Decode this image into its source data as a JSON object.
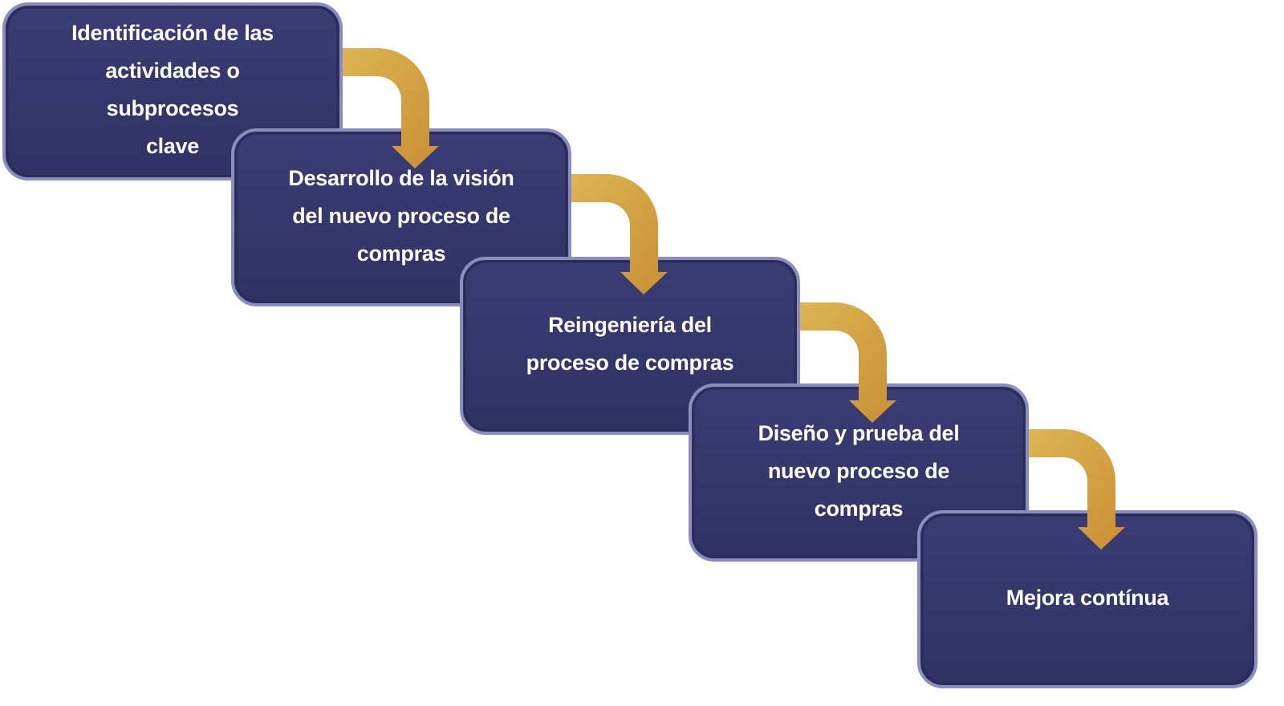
{
  "colors": {
    "box_fill": "#33366a",
    "box_edge": "#8a8dc0",
    "arrow_light": "#dcb552",
    "arrow_dark": "#c98f33",
    "text": "#ffffff"
  },
  "steps": [
    {
      "lines": [
        "Identificación de las",
        "actividades o",
        "subprocesos",
        "clave"
      ]
    },
    {
      "lines": [
        "Desarrollo de la visión",
        "del nuevo proceso de",
        "compras"
      ]
    },
    {
      "lines": [
        "Reingeniería del",
        "proceso de compras"
      ]
    },
    {
      "lines": [
        "Diseño y prueba del",
        "nuevo proceso de",
        "compras"
      ]
    },
    {
      "lines": [
        "Mejora contínua"
      ]
    }
  ]
}
